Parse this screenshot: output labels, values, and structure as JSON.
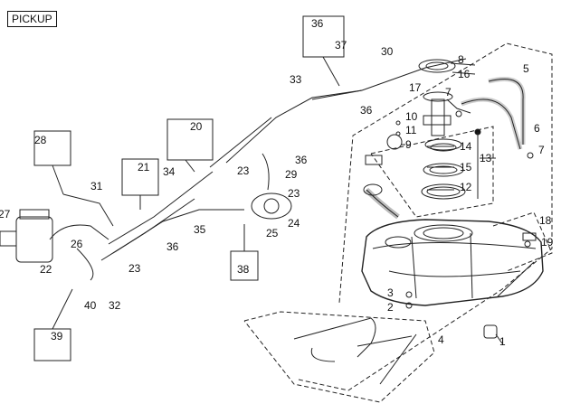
{
  "header": {
    "title": "PICKUP"
  },
  "parts": {
    "p1": "1",
    "p2": "2",
    "p3": "3",
    "p4": "4",
    "p5": "5",
    "p6": "6",
    "p7a": "7",
    "p7b": "7",
    "p8": "8",
    "p9": "9",
    "p10": "10",
    "p11": "11",
    "p12": "12",
    "p13": "13",
    "p14": "14",
    "p15": "15",
    "p16": "16",
    "p17": "17",
    "p18": "18",
    "p19": "19",
    "p20": "20",
    "p21": "21",
    "p22": "22",
    "p23a": "23",
    "p23b": "23",
    "p23c": "23",
    "p24": "24",
    "p25": "25",
    "p26": "26",
    "p27": "27",
    "p28": "28",
    "p29": "29",
    "p30": "30",
    "p31": "31",
    "p32": "32",
    "p33": "33",
    "p34": "34",
    "p35": "35",
    "p36a": "36",
    "p36b": "36",
    "p36c": "36",
    "p36d": "36",
    "p37": "37",
    "p38": "38",
    "p39": "39",
    "p40": "40"
  }
}
